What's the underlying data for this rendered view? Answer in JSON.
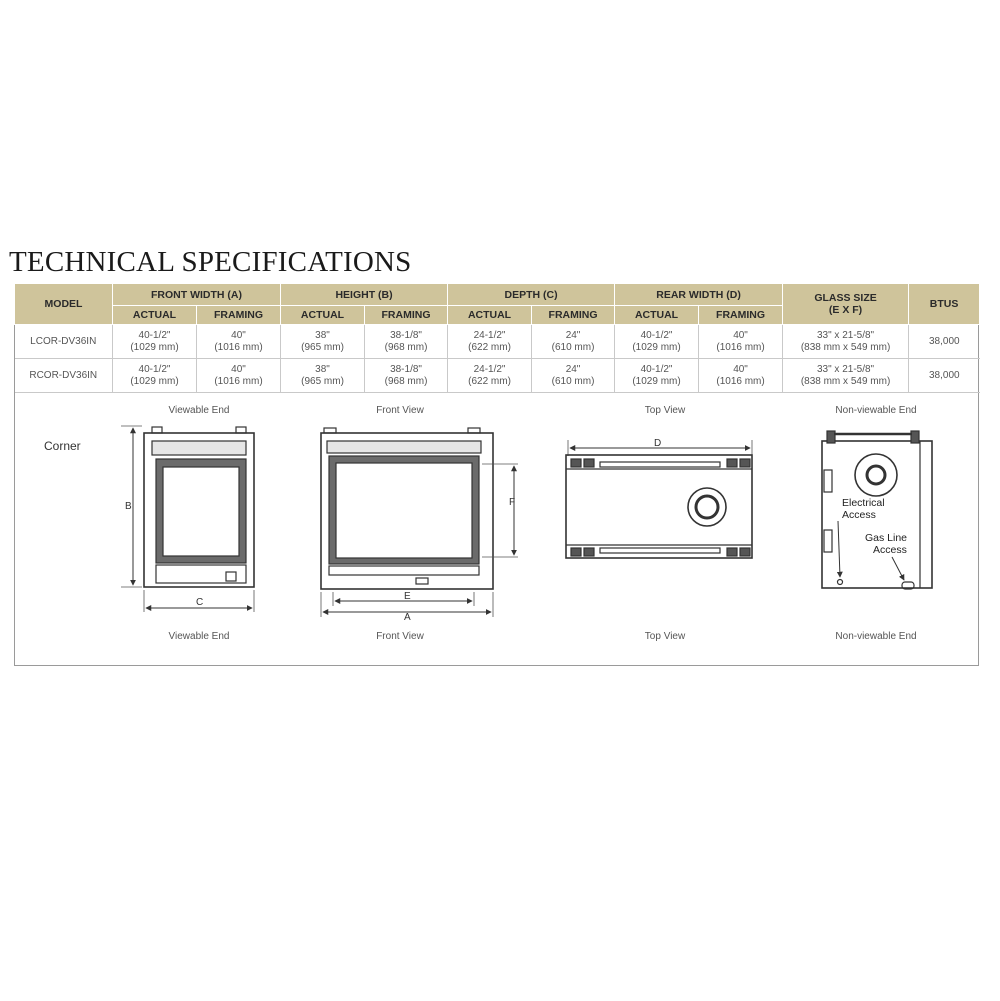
{
  "title": "TECHNICAL SPECIFICATIONS",
  "table": {
    "model_header": "MODEL",
    "groups": [
      {
        "label": "FRONT WIDTH (A)",
        "sub": [
          "ACTUAL",
          "FRAMING"
        ]
      },
      {
        "label": "HEIGHT (B)",
        "sub": [
          "ACTUAL",
          "FRAMING"
        ]
      },
      {
        "label": "DEPTH (C)",
        "sub": [
          "ACTUAL",
          "FRAMING"
        ]
      },
      {
        "label": "REAR WIDTH (D)",
        "sub": [
          "ACTUAL",
          "FRAMING"
        ]
      }
    ],
    "glass_header_line1": "GLASS SIZE",
    "glass_header_line2": "(E X F)",
    "btus_header": "BTUS",
    "rows": [
      {
        "model": "LCOR-DV36IN",
        "cells": [
          [
            "40-1/2\"",
            "(1029 mm)"
          ],
          [
            "40\"",
            "(1016 mm)"
          ],
          [
            "38\"",
            "(965 mm)"
          ],
          [
            "38-1/8\"",
            "(968 mm)"
          ],
          [
            "24-1/2\"",
            "(622 mm)"
          ],
          [
            "24\"",
            "(610 mm)"
          ],
          [
            "40-1/2\"",
            "(1029 mm)"
          ],
          [
            "40\"",
            "(1016 mm)"
          ],
          [
            "33\" x 21-5/8\"",
            "(838 mm x 549 mm)"
          ]
        ],
        "btus": "38,000"
      },
      {
        "model": "RCOR-DV36IN",
        "cells": [
          [
            "40-1/2\"",
            "(1029 mm)"
          ],
          [
            "40\"",
            "(1016 mm)"
          ],
          [
            "38\"",
            "(965 mm)"
          ],
          [
            "38-1/8\"",
            "(968 mm)"
          ],
          [
            "24-1/2\"",
            "(622 mm)"
          ],
          [
            "24\"",
            "(610 mm)"
          ],
          [
            "40-1/2\"",
            "(1029 mm)"
          ],
          [
            "40\"",
            "(1016 mm)"
          ],
          [
            "33\" x 21-5/8\"",
            "(838 mm x 549 mm)"
          ]
        ],
        "btus": "38,000"
      }
    ]
  },
  "diagrams": {
    "row_label": "Corner",
    "views": [
      {
        "top_label": "Viewable End",
        "bottom_label": "Viewable End"
      },
      {
        "top_label": "Front View",
        "bottom_label": "Front View"
      },
      {
        "top_label": "Top View",
        "bottom_label": "Top View"
      },
      {
        "top_label": "Non-viewable End",
        "bottom_label": "Non-viewable End"
      }
    ],
    "dims": {
      "A": "A",
      "B": "B",
      "C": "C",
      "D": "D",
      "E": "E",
      "F": "F"
    },
    "callouts": {
      "electrical_1": "Electrical",
      "electrical_2": "Access",
      "gas_1": "Gas Line",
      "gas_2": "Access"
    }
  },
  "colors": {
    "header_bg": "#cfc49b",
    "border": "#9a9a9a",
    "line": "#333333"
  }
}
